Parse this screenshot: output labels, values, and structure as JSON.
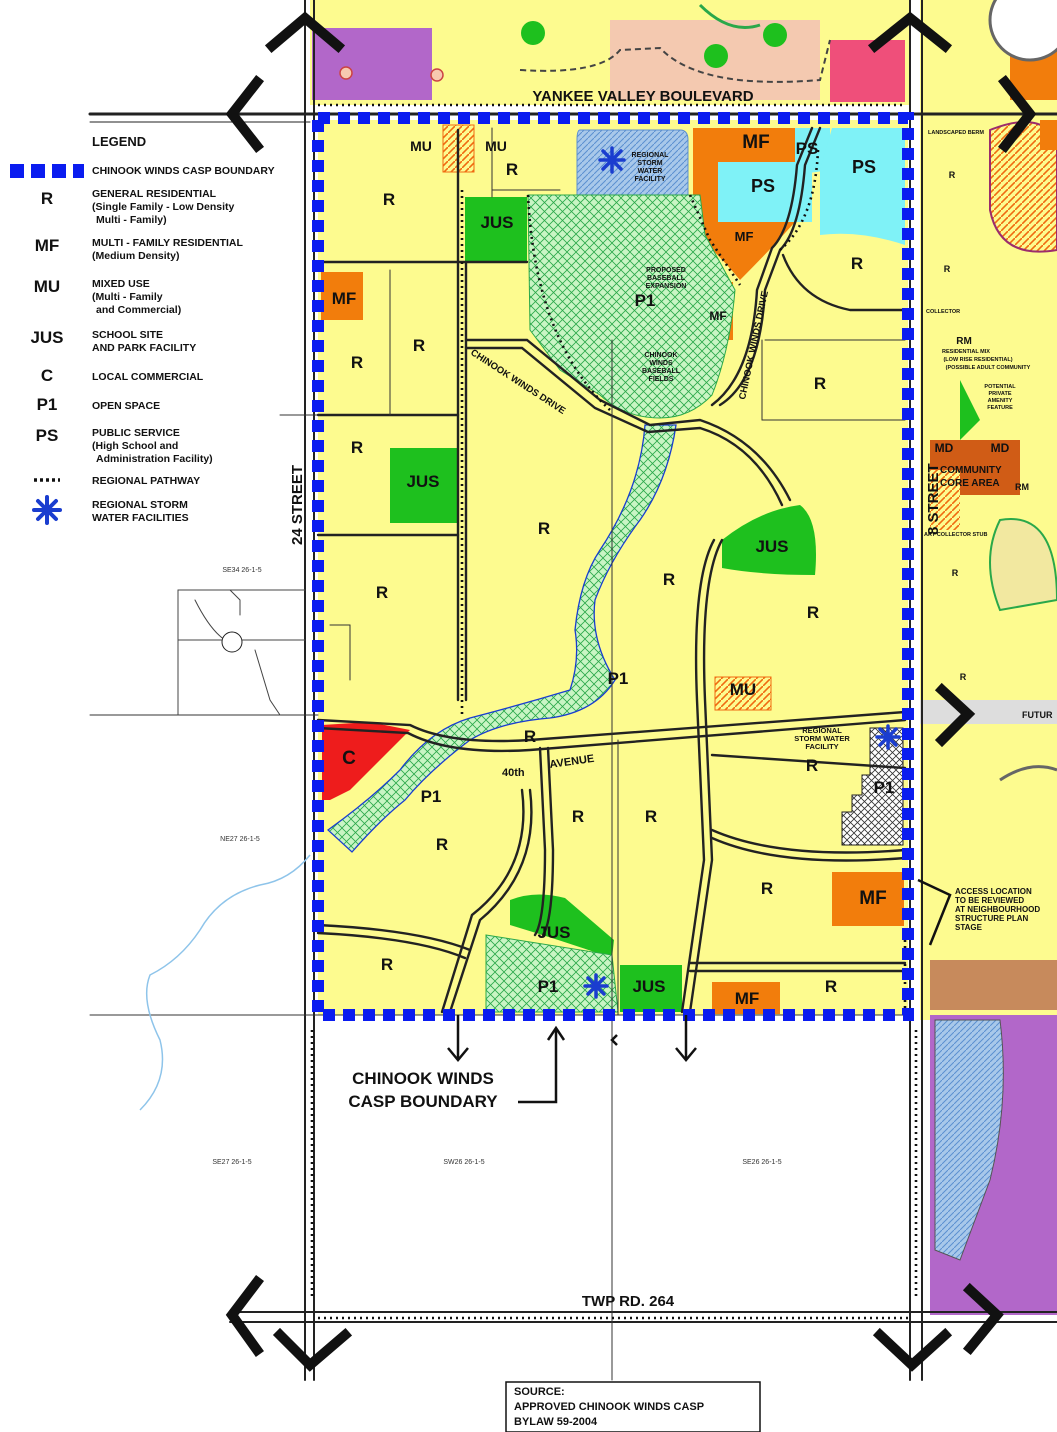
{
  "legend": {
    "title": "LEGEND",
    "items": [
      {
        "code": "",
        "lines": [
          "CHINOOK WINDS CASP BOUNDARY"
        ],
        "symbol": "boundary"
      },
      {
        "code": "R",
        "lines": [
          "GENERAL RESIDENTIAL",
          "(Single Family - Low Density",
          "Multi - Family)"
        ],
        "symbol": "text"
      },
      {
        "code": "MF",
        "lines": [
          "MULTI - FAMILY RESIDENTIAL",
          "(Medium Density)"
        ],
        "symbol": "text"
      },
      {
        "code": "MU",
        "lines": [
          "MIXED USE",
          "(Multi - Family",
          "and Commercial)"
        ],
        "symbol": "text"
      },
      {
        "code": "JUS",
        "lines": [
          "SCHOOL SITE",
          "AND PARK FACILITY"
        ],
        "symbol": "text"
      },
      {
        "code": "C",
        "lines": [
          "LOCAL COMMERCIAL"
        ],
        "symbol": "text"
      },
      {
        "code": "P1",
        "lines": [
          "OPEN SPACE"
        ],
        "symbol": "text"
      },
      {
        "code": "PS",
        "lines": [
          "PUBLIC SERVICE",
          "(High School and",
          "Administration Facility)"
        ],
        "symbol": "text"
      },
      {
        "code": "",
        "lines": [
          "REGIONAL PATHWAY"
        ],
        "symbol": "dots"
      },
      {
        "code": "",
        "lines": [
          "REGIONAL STORM",
          "WATER FACILITIES"
        ],
        "symbol": "star"
      }
    ]
  },
  "roads": {
    "north": "YANKEE VALLEY BOULEVARD",
    "west": "24 STREET",
    "east": "8 STREET",
    "south": "TWP RD. 264",
    "avenue_num": "40th",
    "avenue_word": "AVENUE",
    "drive_1": "CHINOOK WINDS DRIVE",
    "drive_2": "CHINOOK WINDS DRIVE",
    "future": "FUTUR"
  },
  "zones": {
    "r": "R",
    "mf": "MF",
    "mu": "MU",
    "jus": "JUS",
    "c": "C",
    "p1": "P1",
    "ps": "PS"
  },
  "callouts": {
    "boundary_label_1": "CHINOOK WINDS",
    "boundary_label_2": "CASP BOUNDARY",
    "storm_top": [
      "REGIONAL",
      "STORM",
      "WATER",
      "FACILITY"
    ],
    "storm_east": [
      "REGIONAL",
      "STORM WATER",
      "FACILITY"
    ],
    "baseball_expansion": [
      "PROPOSED",
      "BASEBALL",
      "EXPANSION"
    ],
    "baseball_fields": [
      "CHINOOK",
      "WINDS",
      "BASEBALL",
      "FIELDS"
    ],
    "access": [
      "ACCESS LOCATION",
      "TO BE REVIEWED",
      "AT NEIGHBOURHOOD",
      "STRUCTURE PLAN",
      "STAGE"
    ],
    "source": [
      "SOURCE:",
      "APPROVED CHINOOK WINDS CASP",
      "BYLAW 59-2004"
    ]
  },
  "parcels": {
    "se34": "SE34 26-1-5",
    "ne27": "NE27 26-1-5",
    "se27": "SE27 26-1-5",
    "sw26": "SW26 26-1-5",
    "se26": "SE26 26-1-5"
  },
  "east_side": {
    "md": "MD",
    "rm": "RM",
    "community": [
      "COMMUNITY",
      "CORE AREA"
    ],
    "rm_desc": [
      "RESIDENTIAL MIX",
      "(LOW RISE RESIDENTIAL)",
      "(POSSIBLE ADULT COMMUNITY"
    ],
    "amenity": [
      "POTENTIAL",
      "PRIVATE",
      "AMENITY",
      "FEATURE"
    ],
    "collector": "COLLECTOR",
    "berm": "LANDSCAPED BERM",
    "collector_stub": "ARY COLLECTOR STUB"
  },
  "colors": {
    "residential": "#fdfb8f",
    "multi_family": "#f27d0c",
    "school": "#1ec01e",
    "open_space": "#c7f4c2",
    "commercial": "#ee1c1c",
    "public_service": "#7ff2f7",
    "boundary": "#0a1cf0",
    "east_purple": "#b267c9"
  }
}
